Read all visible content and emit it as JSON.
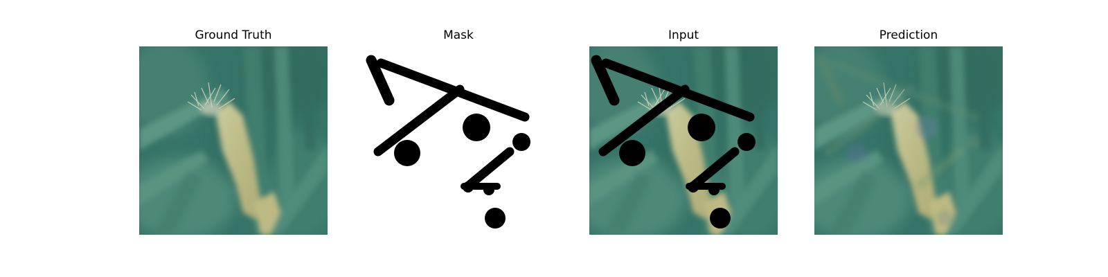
{
  "figure": {
    "panels": [
      {
        "id": "ground-truth",
        "title": "Ground Truth",
        "image": "corn-ear-among-green-leaves"
      },
      {
        "id": "mask",
        "title": "Mask",
        "image": "black-strokes-and-dots-on-white"
      },
      {
        "id": "input",
        "title": "Input",
        "image": "corn-photo-with-black-mask-overlay"
      },
      {
        "id": "prediction",
        "title": "Prediction",
        "image": "inpainted-corn-photo-with-artifacts"
      }
    ]
  }
}
